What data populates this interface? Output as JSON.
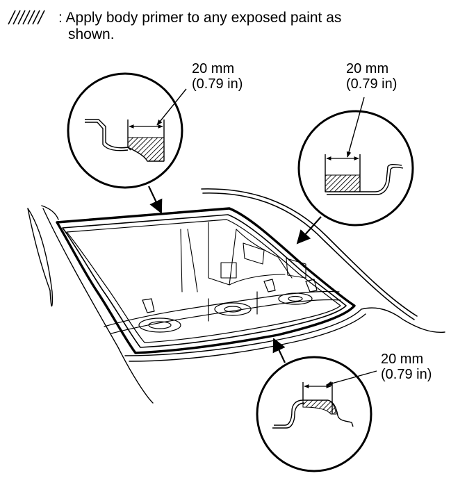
{
  "legend": {
    "symbol": "hatched-area-icon",
    "line1": ": Apply body primer to any exposed paint as",
    "line2": "shown."
  },
  "callouts": {
    "top_left": {
      "mm": "20 mm",
      "inch": "(0.79 in)"
    },
    "top_right": {
      "mm": "20 mm",
      "inch": "(0.79 in)"
    },
    "bottom_right": {
      "mm": "20 mm",
      "inch": "(0.79 in)"
    }
  },
  "colors": {
    "ink": "#000000",
    "paper": "#ffffff"
  }
}
